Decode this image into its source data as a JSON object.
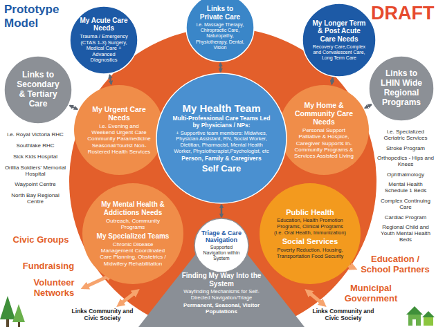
{
  "diagram": {
    "title": "Prototype Model",
    "nodes": [
      {
        "text": [
          "My Health Team",
          "Multi-Professional Care Teams Led by Physicians / NPs:",
          "+ Supportive team members: Midwives, Physician Assistant, RN, Social Worker, Dietitian, Pharmacist, Mental Health Worker, Physiotherapist,Psychologist, etc",
          "Person, Family & Caregivers",
          "Self Care"
        ]
      },
      {
        "text": [
          "My Acute Care Needs",
          "Trauma / Emergency (CTAS 1-3) Surgery, Medical Care + Advanced Diagnostics"
        ]
      },
      {
        "text": [
          "Links to Private Care",
          "i.e. Massage Therapy, Chiropractic Care, Naturopathy, Physiotherapy, Dental, Vision"
        ]
      },
      {
        "text": [
          "My Longer Term & Post Acute Care Needs",
          "Recovery Care,Complex and Convalescent Care, Long Term Care"
        ]
      },
      {
        "text": [
          "Links to Secondary & Tertiary Care"
        ]
      },
      {
        "text": [
          "Links to LHIN Wide Regional Programs"
        ]
      },
      {
        "text": [
          "My Urgent Care Needs",
          "i.e. Evening and Weekend Urgent Care Community Paramedicine Seasonal/Tourist Non-Rostered Health Services"
        ]
      },
      {
        "text": [
          "My Home & Community Care Needs",
          "Personal Support Palliative & Hospice, Caregiver Supports In-Community Programs & Services Assisted Living"
        ]
      },
      {
        "text": [
          "My Mental Health & Addictions Needs",
          "Outreach, Community Programs",
          "My Specialized Teams",
          "Chronic Disease Management Coordinated Care Planning, Obstetrics / Midwifery Rehabilitation"
        ]
      },
      {
        "text": [
          "Public Health",
          "Education, Health Promotion Programs, Clinical Programs (i.e. Oral Health, Immunization)",
          "Social Services",
          "Poverty Reduction, Housing, Transportation Food Security"
        ]
      },
      {
        "text": [
          "Triage & Care Navigation",
          "Supported Navigation within System"
        ]
      },
      {
        "text": [
          "Finding My Way Into the System",
          "Wayfinding Mechanisms for Self-Directed Navigation/Triage",
          "Permanent, Seasonal, Visitor Populations"
        ]
      }
    ],
    "edges": [
      {
        "from": 1,
        "to": 6,
        "arrow": "both"
      },
      {
        "from": 2,
        "to": 0,
        "arrow": "both"
      },
      {
        "from": 3,
        "to": 7,
        "arrow": "both"
      },
      {
        "from": 4,
        "to": 6,
        "arrow": "both"
      },
      {
        "from": 5,
        "to": 7,
        "arrow": "both"
      },
      {
        "from": 10,
        "to": 0,
        "arrow": "both"
      }
    ],
    "labels": [
      "DRAFT",
      "i.e. Royal Victoria RHC",
      "Southlake RHC",
      "Sick Kids Hospital",
      "Orillia Soldiers' Memorial Hospital",
      "Waypoint Centre",
      "North Bay Regional Centre",
      "i.e. Specialized Geriatric Services",
      "Stroke Program",
      "Orthopedics - Hips and Knees",
      "Ophthalmology",
      "Mental Health Schedule 1 Beds",
      "Complex Continuing Care",
      "Cardiac Program",
      "Regional Child and Youth Mental Health Beds",
      "Civic Groups",
      "Fundraising",
      "Volunteer Networks",
      "Links Community and Civic Society",
      "Education / School Partners",
      "Municipal Government",
      "Links Community and Civic Society"
    ]
  }
}
